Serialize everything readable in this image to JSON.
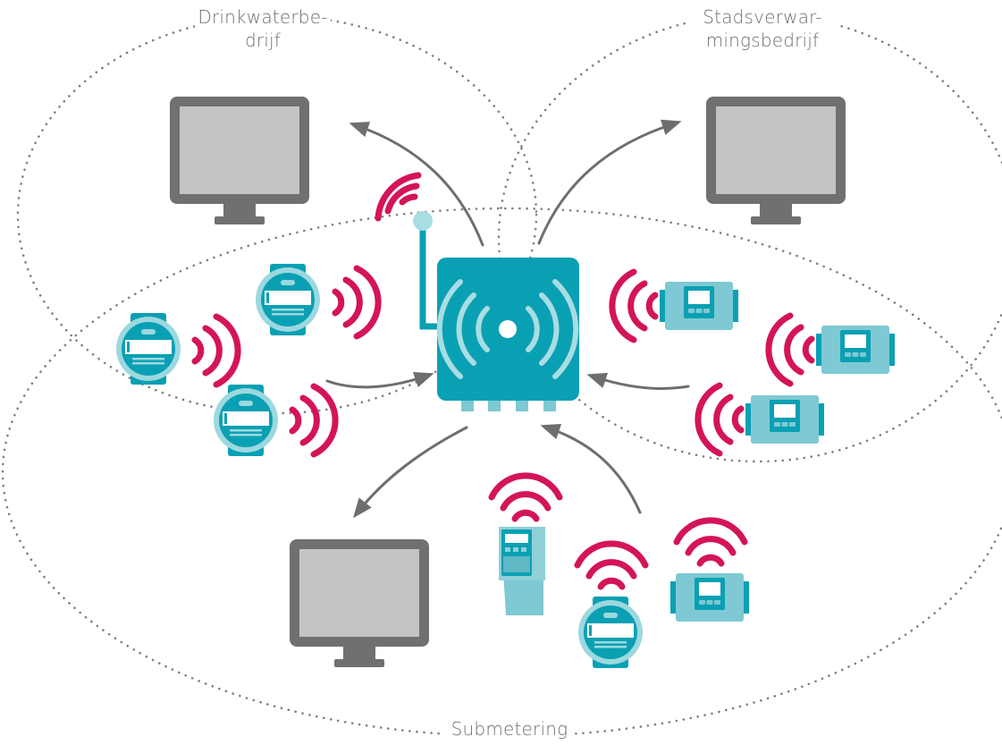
{
  "zones": {
    "drinking_water": {
      "label_line1": "Drinkwaterbe-",
      "label_line2": "drijf"
    },
    "district_heating": {
      "label_line1": "Stadsverwar-",
      "label_line2": "mingsbedrijf"
    },
    "submetering": {
      "label": "Submetering"
    }
  },
  "colors": {
    "hub": "#0aa0b3",
    "hub_light": "#8fd0d8",
    "meter_teal": "#7ec9d3",
    "radio_waves": "#d4145a",
    "arrow": "#6e6e6e",
    "monitor_frame": "#707070",
    "monitor_screen": "#c4c4c4",
    "dotted_boundary": "#808080"
  },
  "icons": [
    "monitor-icon",
    "radio-hub-icon",
    "water-meter-icon",
    "heat-meter-icon",
    "energy-meter-icon",
    "wireless-signal-icon",
    "arrow-icon",
    "antenna-icon"
  ]
}
